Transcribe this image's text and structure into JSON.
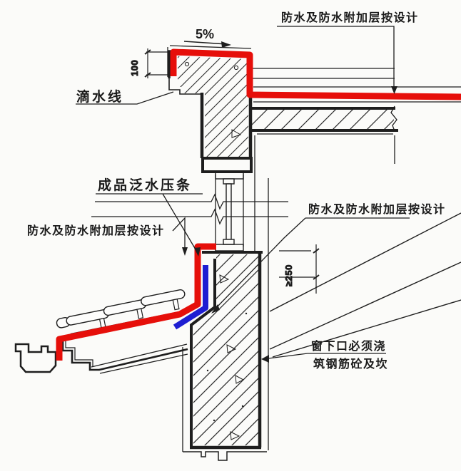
{
  "labels": {
    "waterproof_top": "防水及防水附加层按设计",
    "waterproof_mid": "防水及防水附加层按设计",
    "waterproof_left": "防水及防水附加层按设计",
    "drip_line": "滴水线",
    "flashing_strip": "成品泛水压条",
    "sill_note_1": "窗下口必须浇",
    "sill_note_2": "筑钢筋砼及坎"
  },
  "dimensions": {
    "slope": "5%",
    "parapet_cap_drop": "100",
    "flashing_upturn": "≥250"
  },
  "colors": {
    "membrane_red": "#e60f0a",
    "extra_layer_blue": "#1e1ed2",
    "line": "#1e1e1e",
    "paper": "#fbfbf9"
  }
}
